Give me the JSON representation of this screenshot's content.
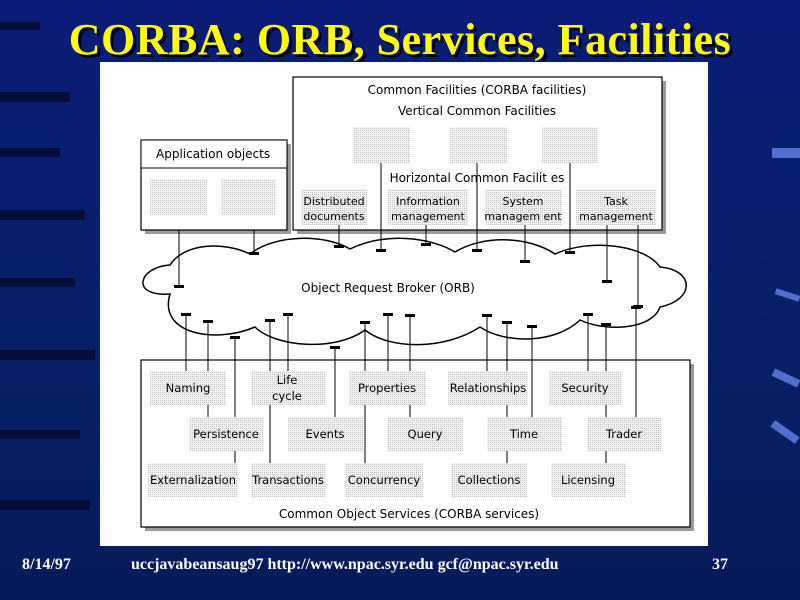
{
  "slide": {
    "title": "CORBA: ORB, Services, Facilities",
    "footer_date": "8/14/97",
    "footer_center": "uccjavabeansaug97 http://www.npac.syr.edu gcf@npac.syr.edu",
    "footer_page": "37"
  },
  "diagram": {
    "facilities_title": "Common Facilities (CORBA facilities)",
    "vertical_title": "Vertical Common Facilities",
    "horizontal_title": "Horizontal Common Facilit es",
    "app_objects_title": "Application objects",
    "horizontal_items": [
      [
        "Distributed",
        "documents"
      ],
      [
        "Information",
        "management"
      ],
      [
        "System",
        "managem ent"
      ],
      [
        "Task",
        "management"
      ]
    ],
    "orb_label": "Object Request Broker (ORB)",
    "services": {
      "naming": "Naming",
      "lifecycle": [
        "Life",
        "cycle"
      ],
      "properties": "Properties",
      "relationships": "Relationships",
      "security": "Security",
      "persistence": "Persistence",
      "events": "Events",
      "query": "Query",
      "time": "Time",
      "trader": "Trader",
      "externalization": "Externalization",
      "transactions": "Transactions",
      "concurrency": "Concurrency",
      "collections": "Collections",
      "licensing": "Licensing"
    },
    "services_title": "Common Object Services (CORBA services)"
  },
  "colors": {
    "background": "#0a1c78",
    "title": "#ffff00",
    "box_fill": "#e0e0e0",
    "line": "#000000"
  }
}
